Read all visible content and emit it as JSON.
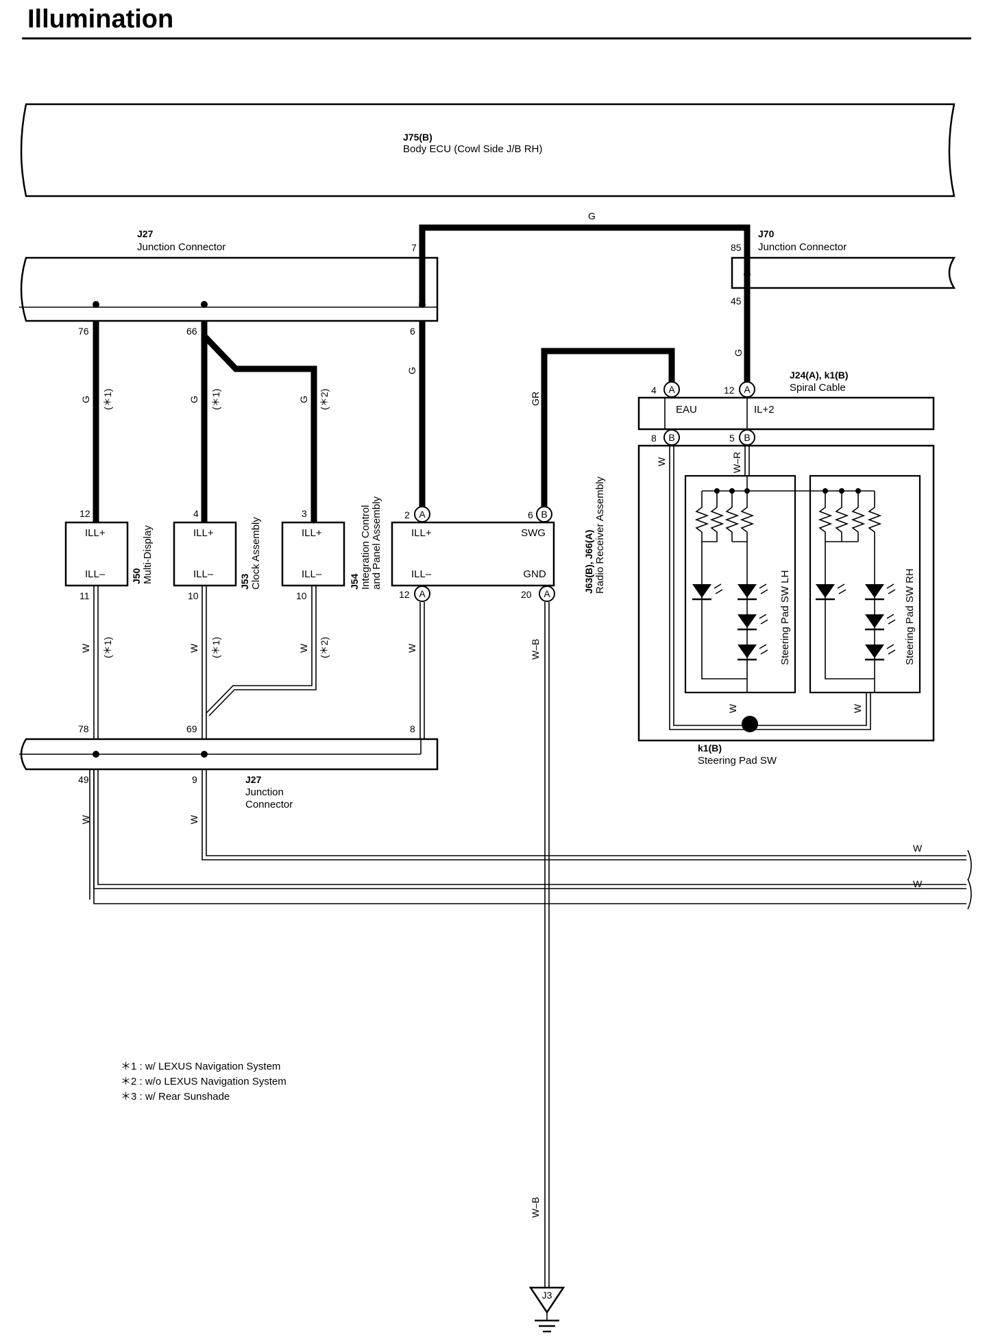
{
  "title": "Illumination",
  "body_ecu": {
    "code": "J75(B)",
    "name": "Body ECU (Cowl Side J/B RH)"
  },
  "junction_j27_top": {
    "code": "J27",
    "name": "Junction Connector"
  },
  "junction_j70": {
    "code": "J70",
    "name": "Junction Connector"
  },
  "junction_j27_bottom": {
    "code": "J27",
    "name_line1": "Junction",
    "name_line2": "Connector"
  },
  "spiral_cable": {
    "code": "J24(A), k1(B)",
    "name": "Spiral Cable",
    "term_left": "EAU",
    "term_right": "IL+2"
  },
  "steering_pad": {
    "code": "k1(B)",
    "name": "Steering Pad SW",
    "lh": "Steering Pad SW LH",
    "rh": "Steering Pad SW RH"
  },
  "components": {
    "multi_display": {
      "code": "J50",
      "name": "Multi-Display",
      "plus": "ILL+",
      "minus": "ILL–"
    },
    "clock": {
      "code": "J53",
      "name": "Clock Assembly",
      "plus": "ILL+",
      "minus": "ILL–"
    },
    "rear_unit": {
      "plus": "ILL+",
      "minus": "ILL–"
    },
    "integration": {
      "code": "J54",
      "name_line1": "Integration Control",
      "name_line2": "and Panel Assembly"
    },
    "radio": {
      "code": "J63(B), J66(A)",
      "name": "Radio Receiver Assembly",
      "t1": "ILL+",
      "t2": "SWG",
      "t3": "ILL–",
      "t4": "GND"
    }
  },
  "pins": {
    "p7": "7",
    "p85": "85",
    "p45": "45",
    "p76": "76",
    "p66": "66",
    "p6": "6",
    "p4a": "4",
    "p12a": "12",
    "p8b": "8",
    "p5b": "5",
    "p12": "12",
    "p4": "4",
    "p3": "3",
    "p2": "2",
    "p6b": "6",
    "p11": "11",
    "p10a": "10",
    "p10b": "10",
    "p12c": "12",
    "p20": "20",
    "p78": "78",
    "p69": "69",
    "p8": "8",
    "p49": "49",
    "p9": "9"
  },
  "connector_letters": {
    "a": "A",
    "b": "B"
  },
  "wires": {
    "g": "G",
    "gr": "GR",
    "w": "W",
    "wb": "W–B",
    "wr": "W–R"
  },
  "notes": {
    "n1": "(＊1)",
    "n2": "(＊2)"
  },
  "ground": "J3",
  "footnotes": [
    "＊1 : w/ LEXUS Navigation System",
    "＊2 : w/o LEXUS Navigation System",
    "＊3 : w/ Rear Sunshade"
  ]
}
